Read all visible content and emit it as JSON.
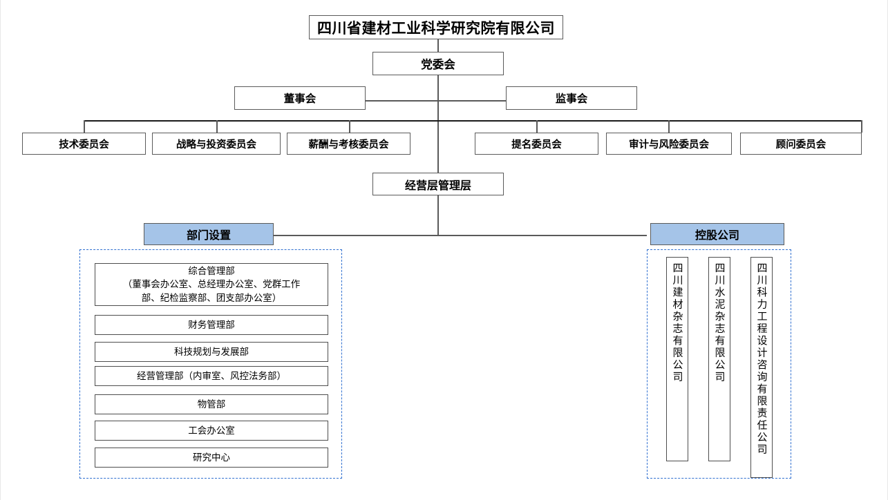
{
  "chart": {
    "kind": "org-chart",
    "root": {
      "label": "四川省建材工业科学研究院有限公司"
    },
    "party": {
      "label": "党委会"
    },
    "board": {
      "label": "董事会"
    },
    "supervisory": {
      "label": "监事会"
    },
    "committees_left": [
      {
        "label": "技术委员会"
      },
      {
        "label": "战略与投资委员会"
      },
      {
        "label": "薪酬与考核委员会"
      }
    ],
    "committees_right": [
      {
        "label": "提名委员会"
      },
      {
        "label": "审计与风险委员会"
      },
      {
        "label": "顾问委员会"
      }
    ],
    "management": {
      "label": "经营层管理层"
    },
    "departments_section": {
      "header": "部门设置",
      "items": [
        {
          "lines": [
            "综合管理部",
            "（董事会办公室、总经理办公室、党群工作",
            "部、纪检监察部、团支部办公室）"
          ]
        },
        {
          "lines": [
            "财务管理部"
          ]
        },
        {
          "lines": [
            "科技规划与发展部"
          ]
        },
        {
          "lines": [
            "经营管理部（内审室、风控法务部）"
          ]
        },
        {
          "lines": [
            "物管部"
          ]
        },
        {
          "lines": [
            "工会办公室"
          ]
        },
        {
          "lines": [
            "研究中心"
          ]
        }
      ]
    },
    "holdings_section": {
      "header": "控股公司",
      "items": [
        {
          "label": "四川建材杂志有限公司"
        },
        {
          "label": "四川水泥杂志有限公司"
        },
        {
          "label": "四川科力工程设计咨询有限责任公司"
        }
      ]
    },
    "colors": {
      "section_header_fill": "#a5c4e8",
      "box_border": "#5a5a5a",
      "dashed_border": "#2f6fd0",
      "connector": "#595959",
      "text": "#000000",
      "background": "#ffffff"
    }
  }
}
